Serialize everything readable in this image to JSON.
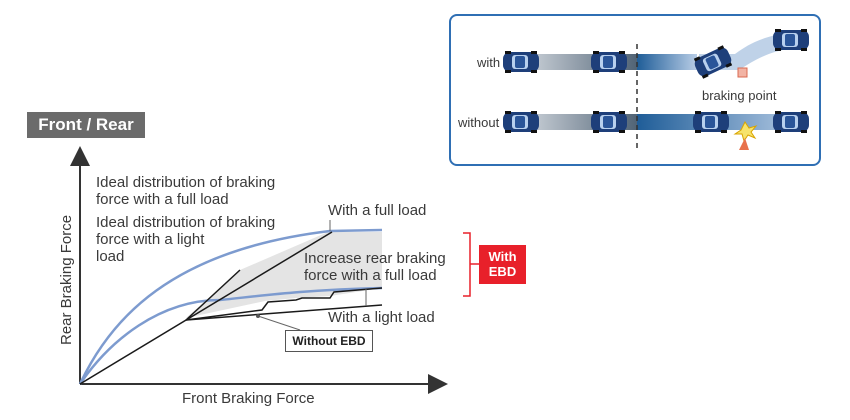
{
  "diagram": {
    "title": "Front / Rear",
    "y_axis_label": "Rear Braking Force",
    "x_axis_label": "Front Braking Force",
    "labels": {
      "ideal_full": "Ideal distribution of braking\nforce with a full load",
      "ideal_light": "Ideal distribution of braking\nforce with a light\nload",
      "with_full_load": "With a full load",
      "increase_rear": "Increase rear braking\nforce with a full load",
      "with_light_load": "With a light load",
      "without_ebd": "Without EBD",
      "with_ebd_badge": "With\nEBD"
    },
    "colors": {
      "ideal_curve": "#7d9bcf",
      "line": "#1a1a1a",
      "shade": "#e4e4e4",
      "bracket": "#e8202a",
      "badge": "#e8202a",
      "inset_border": "#2f6fb4"
    }
  },
  "inset": {
    "row_with_label": "with",
    "row_without_label": "without",
    "braking_point_label": "braking point"
  }
}
